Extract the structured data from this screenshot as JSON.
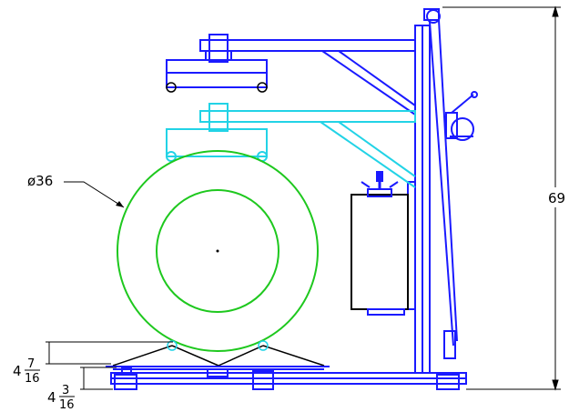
{
  "colors": {
    "frame": "#1a1aff",
    "arm_lower": "#22d3e6",
    "roll": "#1ec81e",
    "black": "#000000"
  },
  "dimensions": {
    "diameter_label": "ø36",
    "height_label": "69",
    "offset_top": {
      "whole": "4",
      "num": "7",
      "den": "16"
    },
    "offset_bottom": {
      "whole": "4",
      "num": "3",
      "den": "16"
    }
  }
}
